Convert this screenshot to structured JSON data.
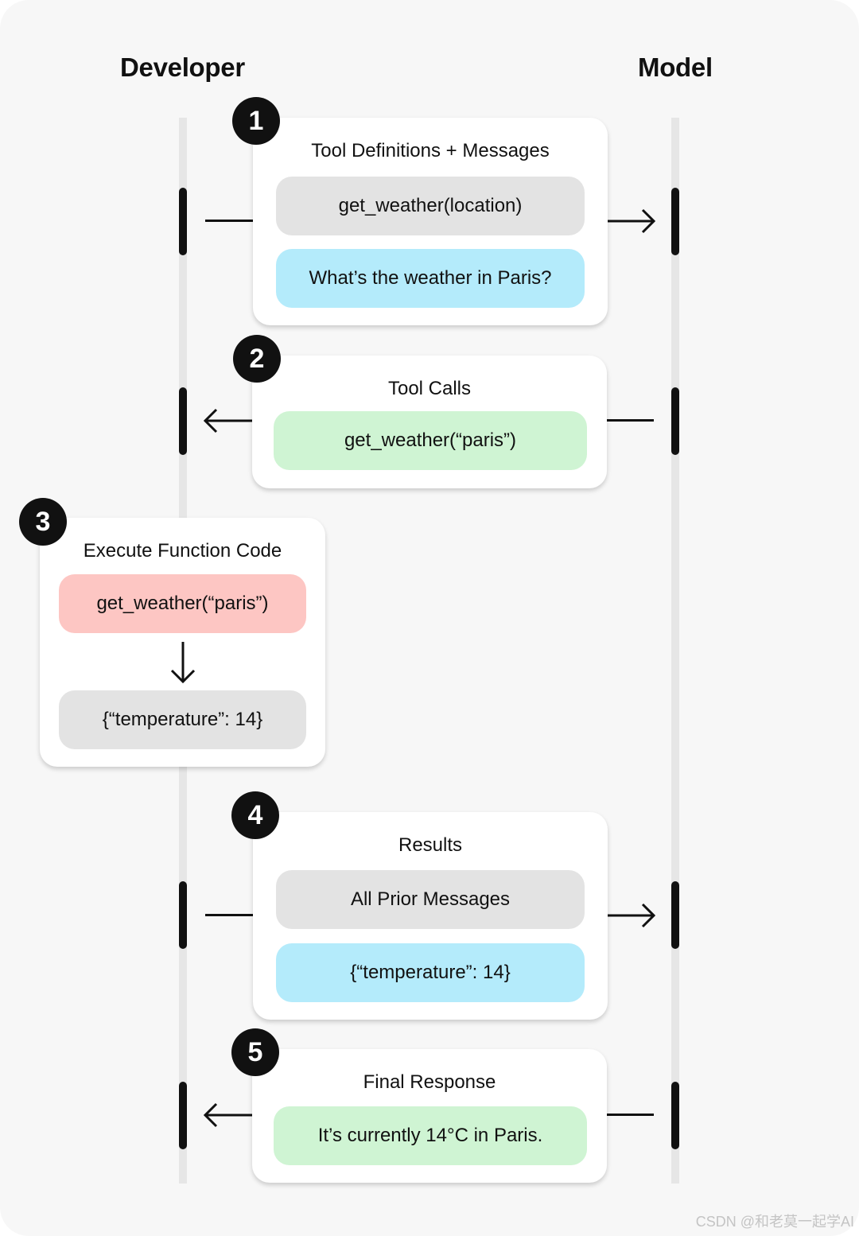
{
  "columns": {
    "left": "Developer",
    "right": "Model"
  },
  "steps": [
    {
      "number": "1",
      "title": "Tool Definitions + Messages",
      "items": [
        {
          "text": "get_weather(location)",
          "color": "gray"
        },
        {
          "text": "What’s the weather in Paris?",
          "color": "blue"
        }
      ],
      "direction": "developer-to-model"
    },
    {
      "number": "2",
      "title": "Tool Calls",
      "items": [
        {
          "text": "get_weather(“paris”)",
          "color": "green"
        }
      ],
      "direction": "model-to-developer"
    },
    {
      "number": "3",
      "title": "Execute Function Code",
      "items": [
        {
          "text": "get_weather(“paris”)",
          "color": "red"
        },
        {
          "text": "{“temperature”: 14}",
          "color": "gray"
        }
      ],
      "direction": "local"
    },
    {
      "number": "4",
      "title": "Results",
      "items": [
        {
          "text": "All Prior Messages",
          "color": "gray"
        },
        {
          "text": "{“temperature”: 14}",
          "color": "blue"
        }
      ],
      "direction": "developer-to-model"
    },
    {
      "number": "5",
      "title": "Final Response",
      "items": [
        {
          "text": "It’s currently 14°C in Paris.",
          "color": "green"
        }
      ],
      "direction": "model-to-developer"
    }
  ],
  "colors": {
    "gray": "#e3e3e3",
    "blue": "#b4ebfb",
    "green": "#cff4d3",
    "red": "#fdc6c3",
    "badge": "#111111"
  },
  "watermark": "CSDN @和老莫一起学AI"
}
